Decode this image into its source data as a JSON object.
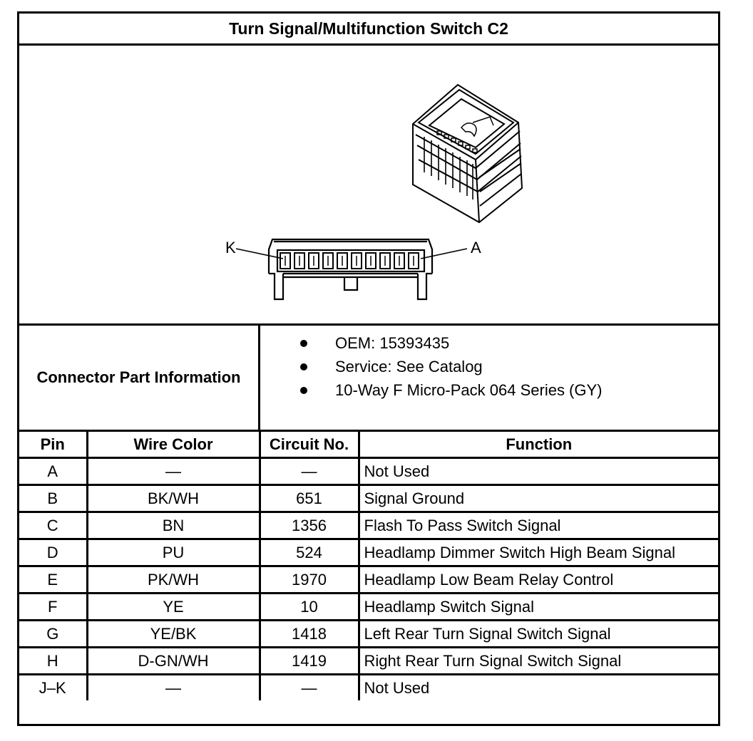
{
  "title": "Turn Signal/Multifunction Switch C2",
  "diagram": {
    "label_left": "K",
    "label_right": "A"
  },
  "connector_info": {
    "label": "Connector Part Information",
    "items": [
      "OEM: 15393435",
      "Service: See Catalog",
      "10-Way F Micro-Pack 064 Series (GY)"
    ]
  },
  "table": {
    "headers": [
      "Pin",
      "Wire Color",
      "Circuit No.",
      "Function"
    ],
    "rows": [
      {
        "pin": "A",
        "wire": "—",
        "circuit": "—",
        "function": "Not Used"
      },
      {
        "pin": "B",
        "wire": "BK/WH",
        "circuit": "651",
        "function": "Signal Ground"
      },
      {
        "pin": "C",
        "wire": "BN",
        "circuit": "1356",
        "function": "Flash To Pass Switch Signal"
      },
      {
        "pin": "D",
        "wire": "PU",
        "circuit": "524",
        "function": "Headlamp Dimmer Switch High Beam Signal"
      },
      {
        "pin": "E",
        "wire": "PK/WH",
        "circuit": "1970",
        "function": "Headlamp Low Beam Relay Control"
      },
      {
        "pin": "F",
        "wire": "YE",
        "circuit": "10",
        "function": "Headlamp Switch Signal"
      },
      {
        "pin": "G",
        "wire": "YE/BK",
        "circuit": "1418",
        "function": "Left Rear Turn Signal Switch Signal"
      },
      {
        "pin": "H",
        "wire": "D-GN/WH",
        "circuit": "1419",
        "function": "Right Rear Turn Signal Switch Signal"
      },
      {
        "pin": "J–K",
        "wire": "—",
        "circuit": "—",
        "function": "Not Used"
      }
    ]
  }
}
